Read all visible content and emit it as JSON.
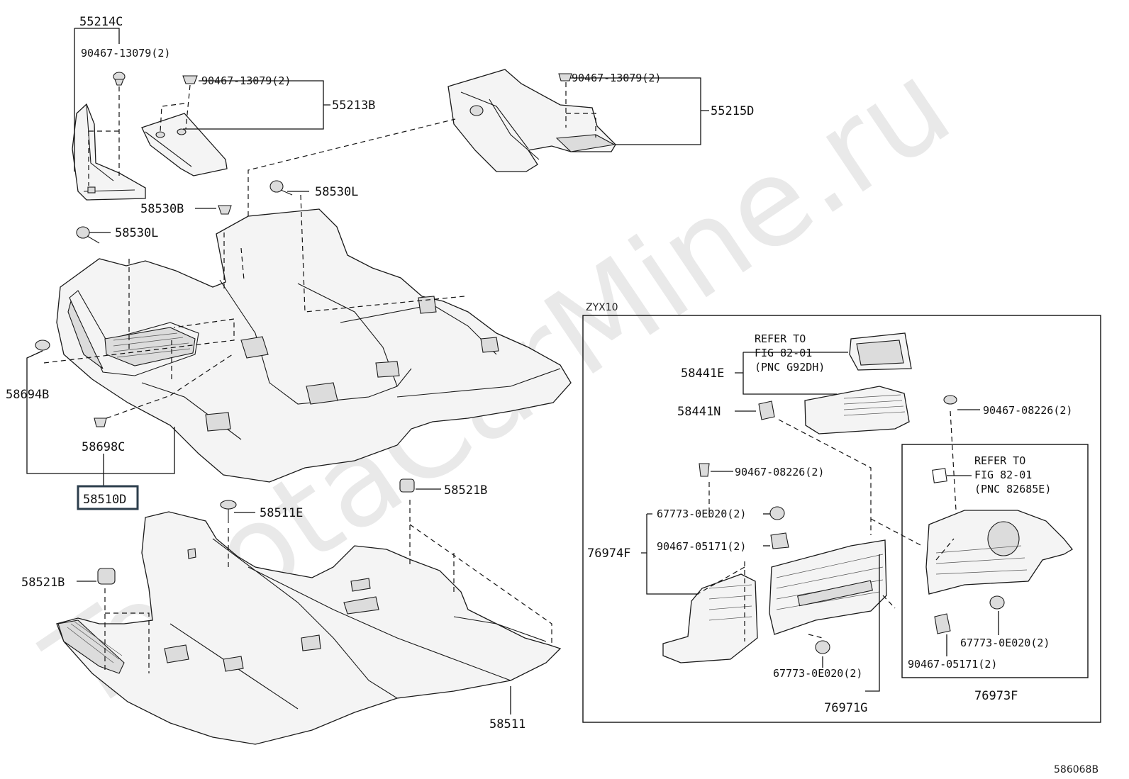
{
  "watermark": "ToyotaCarMine.ru",
  "diagram_id": "586068B",
  "variant_label": "ZYX10",
  "refer_upper": [
    "REFER TO",
    "FIG 82-01",
    "(PNC G92DH)"
  ],
  "refer_lower": [
    "REFER TO",
    "FIG 82-01",
    "(PNC 82685E)"
  ],
  "labels": {
    "p55214C": "55214C",
    "p90467_13079_a": "90467-13079(2)",
    "p90467_13079_b": "90467-13079(2)",
    "p90467_13079_c": "90467-13079(2)",
    "p55213B": "55213B",
    "p55215D": "55215D",
    "p58530L_a": "58530L",
    "p58530L_b": "58530L",
    "p58530B": "58530B",
    "p58694B": "58694B",
    "p58698C": "58698C",
    "p58510D": "58510D",
    "p58521B_a": "58521B",
    "p58521B_b": "58521B",
    "p58511E": "58511E",
    "p58511": "58511",
    "p58441E": "58441E",
    "p58441N": "58441N",
    "p90467_08226_a": "90467-08226(2)",
    "p90467_08226_b": "90467-08226(2)",
    "p67773_a": "67773-0E020(2)",
    "p67773_b": "67773-0E020(2)",
    "p67773_c": "67773-0E020(2)",
    "p90467_05171_a": "90467-05171(2)",
    "p90467_05171_b": "90467-05171(2)",
    "p76974F": "76974F",
    "p76971G": "76971G",
    "p76973F": "76973F"
  }
}
